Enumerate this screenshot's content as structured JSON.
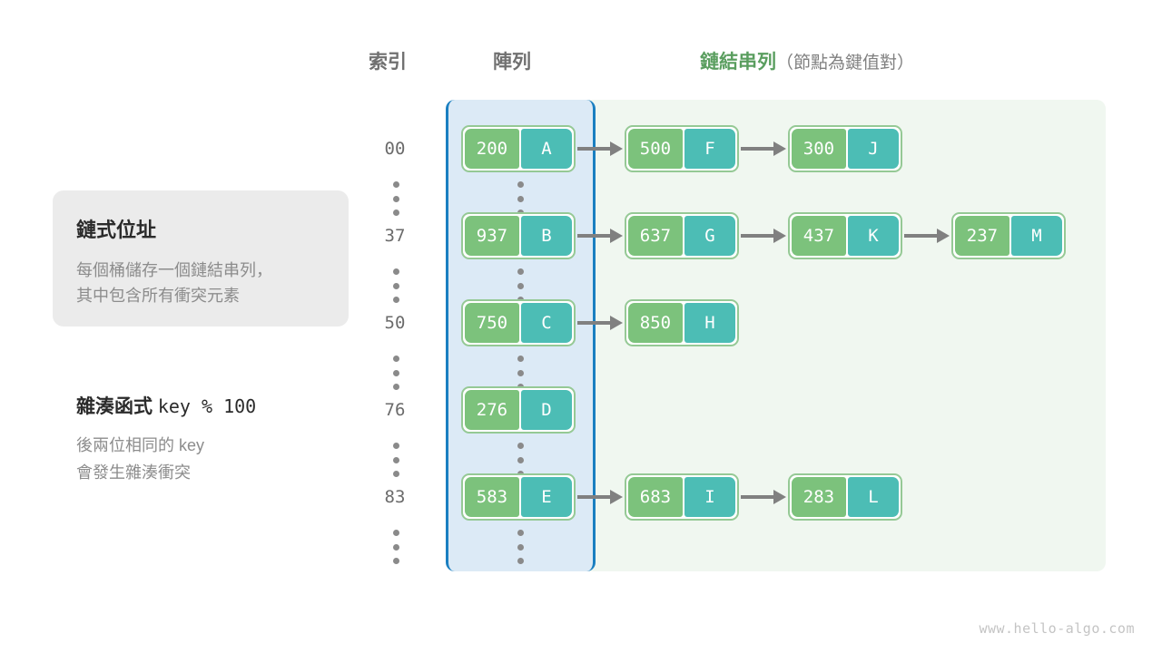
{
  "headers": {
    "index": "索引",
    "array": "陣列",
    "list_main": "鏈結串列",
    "list_sub": "（節點為鍵值對）"
  },
  "callout": {
    "title": "鏈式位址",
    "line1": "每個桶儲存一個鏈結串列，",
    "line2": "其中包含所有衝突元素"
  },
  "hash_note": {
    "title_label": "雜湊函式",
    "title_expr": "key % 100",
    "line1": "後兩位相同的  key",
    "line2": "會發生雜湊衝突"
  },
  "colors": {
    "key_box": "#7cc27c",
    "value_box": "#4cbdb5",
    "node_border": "#95c995",
    "array_panel_bg": "#dceaf6",
    "array_panel_border": "#1a7fc1",
    "list_panel_bg": "#f0f7f0",
    "arrow": "#808080",
    "header_green": "#5a9e5f",
    "header_gray": "#707070",
    "callout_bg": "#ebebeb"
  },
  "buckets": [
    {
      "index": "00",
      "nodes": [
        {
          "key": "200",
          "value": "A"
        },
        {
          "key": "500",
          "value": "F"
        },
        {
          "key": "300",
          "value": "J"
        }
      ]
    },
    {
      "index": "37",
      "nodes": [
        {
          "key": "937",
          "value": "B"
        },
        {
          "key": "637",
          "value": "G"
        },
        {
          "key": "437",
          "value": "K"
        },
        {
          "key": "237",
          "value": "M"
        }
      ]
    },
    {
      "index": "50",
      "nodes": [
        {
          "key": "750",
          "value": "C"
        },
        {
          "key": "850",
          "value": "H"
        }
      ]
    },
    {
      "index": "76",
      "nodes": [
        {
          "key": "276",
          "value": "D"
        }
      ]
    },
    {
      "index": "83",
      "nodes": [
        {
          "key": "583",
          "value": "E"
        },
        {
          "key": "683",
          "value": "I"
        },
        {
          "key": "283",
          "value": "L"
        }
      ]
    }
  ],
  "ellipsis_symbol": "⋮",
  "watermark": "www.hello-algo.com"
}
